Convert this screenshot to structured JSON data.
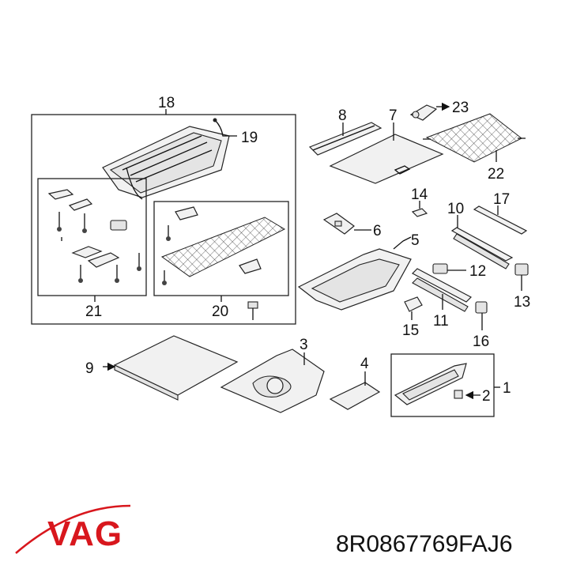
{
  "callouts": [
    "1",
    "2",
    "3",
    "4",
    "5",
    "6",
    "7",
    "8",
    "9",
    "10",
    "11",
    "12",
    "13",
    "14",
    "15",
    "16",
    "17",
    "18",
    "19",
    "20",
    "21",
    "22",
    "23"
  ],
  "logo": {
    "brand": "VAG"
  },
  "part_number": "8R0867769FAJ6"
}
